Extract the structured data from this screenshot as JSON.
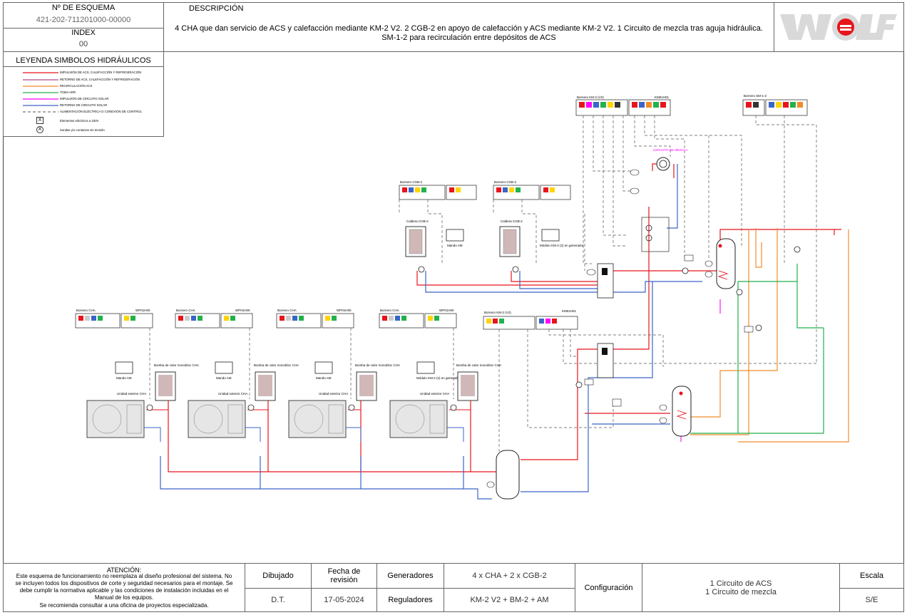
{
  "header": {
    "schema_label": "Nº DE ESQUEMA",
    "schema_number": "421-202-711201000-00000",
    "index_label": "INDEX",
    "index_value": "00",
    "description_label": "DESCRIPCIÓN",
    "description_line1": "4 CHA que dan servicio de ACS y calefacción mediante KM-2 V2. 2 CGB-2 en apoyo de calefacción y  ACS mediante KM-2 V2. 1 Circuito de mezcla tras aguja hidráulica.",
    "description_line2": "SM-1-2 para recirculación entre depósitos de ACS",
    "logo_text": "WOLF"
  },
  "legend": {
    "title": "LEYENDA SIMBOLOS HIDRÁULICOS",
    "items": [
      {
        "label": "IMPULSIÓN DE ACS, CALEFACCIÓN Y REFRIGERACIÓN",
        "color": "#e8141c",
        "dash": false
      },
      {
        "label": "RETORNO DE ACS, CALEFACCIÓN Y REFRIGERACIÓN",
        "color": "#b04a8a",
        "dash": false
      },
      {
        "label": "RECIRCULACIÓN ACS",
        "color": "#f28c28",
        "dash": false
      },
      {
        "label": "TOMA ARR",
        "color": "#22b14c",
        "dash": false
      },
      {
        "label": "IMPULSIÓN DE CIRCUITO SOLAR",
        "color": "#ff00ff",
        "dash": false
      },
      {
        "label": "RETORNO DE CIRCUITO SOLAR",
        "color": "#3a64c8",
        "dash": false
      },
      {
        "label": "ALIMENTACIÓN ELÉCTRICA O CONEXIÓN DE CONTROL",
        "color": "#555555",
        "dash": true
      }
    ],
    "symbol_items": [
      {
        "symbol": "X",
        "label": "Elementos eléctricos a 230V"
      },
      {
        "symbol": "X",
        "label": "Sondas y/o contactos sin tensión"
      }
    ]
  },
  "diagram": {
    "labels": {
      "bornero_km2_top": "Bornero KM-2 (V2)",
      "km01_top": "KM01H01",
      "bornero_sm12": "Bornero SM-1-2",
      "circuito_mezcla": "CIRCUITO DE MEZCLA",
      "bornero_cgb_a": "Bornero CGB-2",
      "bornero_cgb_b": "Bornero CGB-2",
      "caldera_a": "Caldera CGB-2",
      "caldera_b": "Caldera CGB-2",
      "mando_am": "Mando AM",
      "modulo_km2_gen": "Módulo KM-2 (2) en generador",
      "bornero_cha": "Bornero CHA",
      "wp01": "WP01H00",
      "bornero_km2_mid": "Bornero KM-2 (V2)",
      "km01_mid": "KM01H01",
      "bomba_calor": "Bomba de calor monobloc CHA",
      "unidad_exterior": "Unidad exterior CHA",
      "modulo_km2_gen_small": "Módulo KM-2 (2) en generador"
    }
  },
  "footer": {
    "atencion_title": "ATENCIÓN:",
    "atencion_line1": "Este esquema de funcionamiento no reemplaza al diseño profesional del sistema. No",
    "atencion_line2": "se incluyen todos los dispositivos de corte y seguridad necesarios para el montaje. Se",
    "atencion_line3": "debe cumplir la normativa aplicable y las condiciones de instalación incluidas en el",
    "atencion_line4": "Manual de los equipos.",
    "atencion_line5": "Se recomienda consultar a una oficina de proyectos especializada.",
    "dibujado_label": "Dibujado",
    "dibujado_value": "D.T.",
    "fecha_label_1": "Fecha de",
    "fecha_label_2": "revisión",
    "fecha_value": "17-05-2024",
    "generadores_label": "Generadores",
    "generadores_value": "4 x CHA + 2 x CGB-2",
    "reguladores_label": "Reguladores",
    "reguladores_value": "KM-2 V2 + BM-2 + AM",
    "configuracion_label": "Configuración",
    "config_value_1": "1 Circuito de ACS",
    "config_value_2": "1 Circuito de mezcla",
    "escala_label": "Escala",
    "escala_value": "S/E"
  }
}
